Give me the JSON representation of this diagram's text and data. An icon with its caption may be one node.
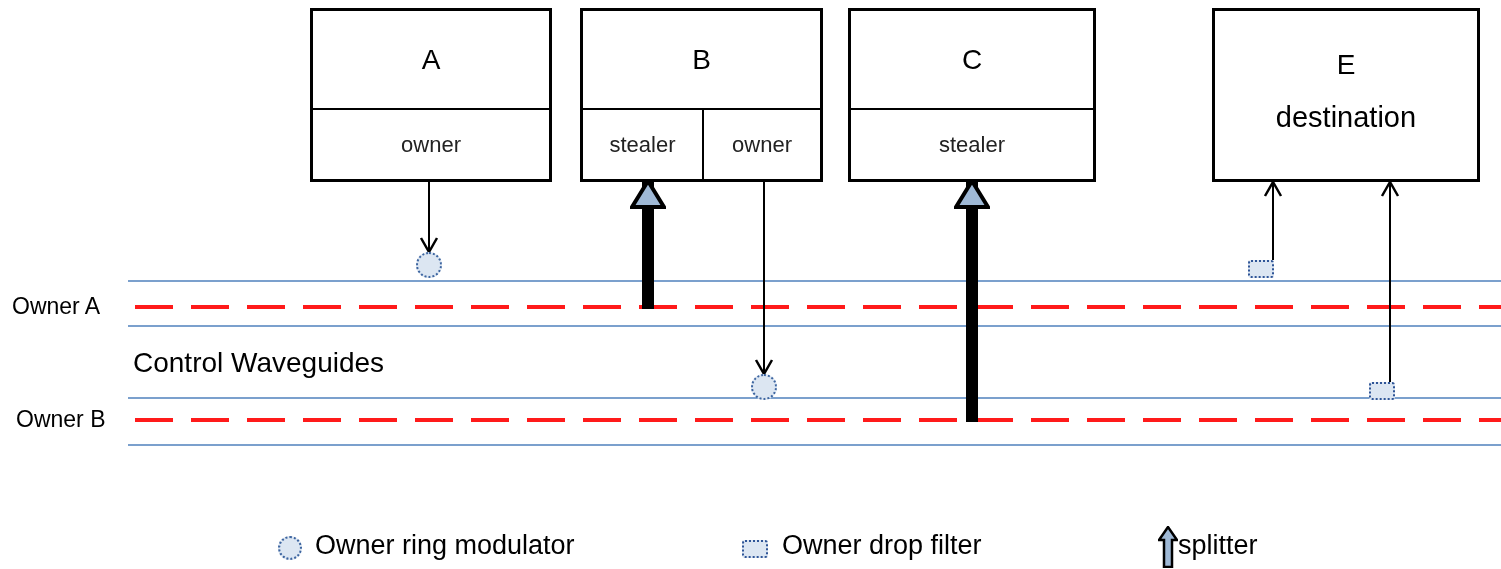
{
  "diagram": {
    "nodes": [
      {
        "text": [
          "A"
        ]
      },
      {
        "text": [
          "owner"
        ],
        "in": 0
      },
      {
        "text": [
          "B"
        ]
      },
      {
        "text": [
          "stealer"
        ],
        "in": 2
      },
      {
        "text": [
          "owner"
        ],
        "in": 2
      },
      {
        "text": [
          "C"
        ]
      },
      {
        "text": [
          "stealer"
        ],
        "in": 5
      },
      {
        "text": [
          "E",
          "destination"
        ]
      },
      {
        "text": [],
        "shape": "circle"
      },
      {
        "text": [],
        "shape": "circle"
      },
      {
        "text": [],
        "shape": "box"
      },
      {
        "text": [],
        "shape": "box"
      }
    ],
    "edges": [
      {
        "from": 1,
        "to": 8,
        "arrow": "to"
      },
      {
        "from": null,
        "to": 3,
        "arrow": "to",
        "style": "thick"
      },
      {
        "from": 4,
        "to": 9,
        "arrow": "to"
      },
      {
        "from": null,
        "to": 6,
        "arrow": "to",
        "style": "thick"
      },
      {
        "from": 10,
        "to": 7,
        "arrow": "to"
      },
      {
        "from": 11,
        "to": 7,
        "arrow": "to"
      }
    ],
    "labels": [
      "Owner A",
      "Control Waveguides",
      "Owner B"
    ],
    "legend": [
      {
        "text": "Owner ring modulator"
      },
      {
        "text": "Owner drop filter"
      },
      {
        "text": "splitter"
      }
    ]
  }
}
